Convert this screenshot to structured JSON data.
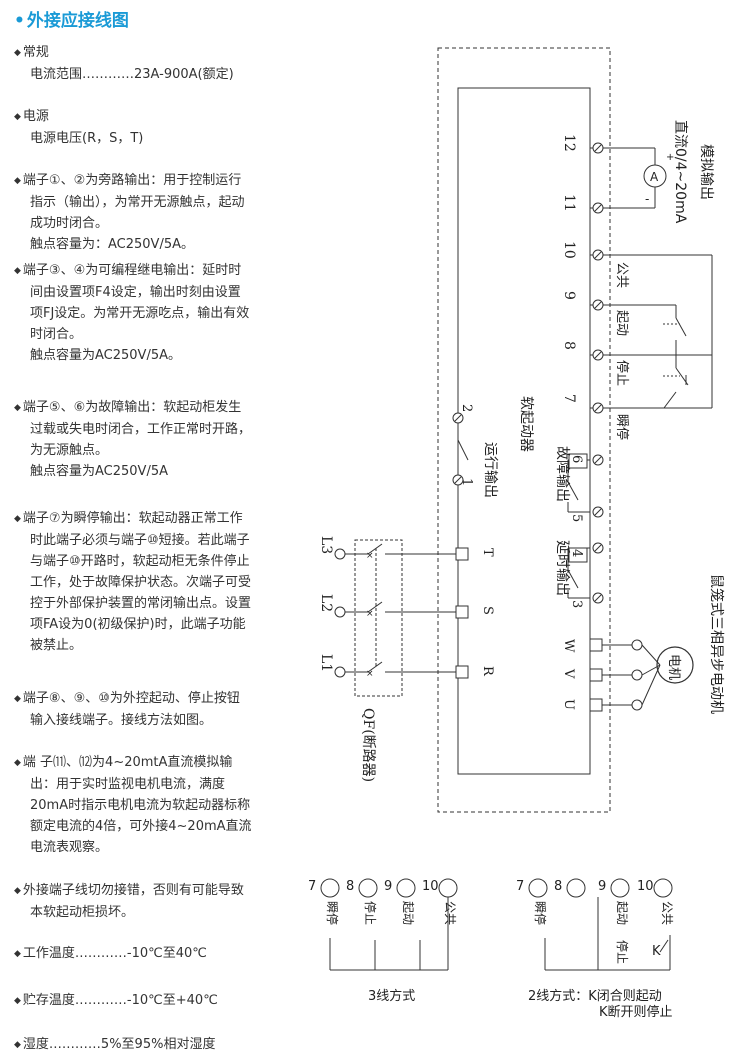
{
  "title": "外接应接线图",
  "sections": [
    {
      "lines": [
        "常规",
        "电流范围…………23A-900A(额定)"
      ]
    },
    {
      "lines": [
        "电源",
        "电源电压(R，S，T)"
      ]
    },
    {
      "lines": [
        "端子①、②为旁路输出：用于控制运行",
        "指示（输出），为常开无源触点，起动",
        "成功时闭合。",
        "触点容量为：AC250V/5A。"
      ]
    },
    {
      "lines": [
        "端子③、④为可编程继电输出：延时时",
        "间由设置项F4设定，输出时刻由设置",
        "项FJ设定。为常开无源吃点，输出有效",
        "时闭合。",
        "触点容量为AC250V/5A。"
      ]
    },
    {
      "lines": [
        "端子⑤、⑥为故障输出：软起动柜发生",
        "过载或失电时闭合，工作正常时开路，",
        "为无源触点。",
        "触点容量为AC250V/5A"
      ]
    },
    {
      "lines": [
        "端子⑦为瞬停输出：软起动器正常工作",
        "时此端子必须与端子⑩短接。若此端子",
        "与端子⑩开路时，软起动柜无条件停止",
        "工作，处于故障保护状态。次端子可受",
        "控于外部保护装置的常闭输出点。设置",
        "项FA设为0(初级保护)时，此端子功能",
        "被禁止。"
      ]
    },
    {
      "lines": [
        "端子⑧、⑨、⑩为外控起动、停止按钮",
        "输入接线端子。接线方法如图。"
      ]
    },
    {
      "lines": [
        "端 子⑾、⑿为4~20mtA直流模拟输",
        "出：用于实时监视电机电流，满度",
        "20mA时指示电机电流为软起动器标称",
        "额定电流的4倍，可外接4~20mA直流",
        "电流表观察。"
      ]
    },
    {
      "lines": [
        "外接端子线切勿接错，否则有可能导致",
        "本软起动柜损坏。"
      ]
    },
    {
      "lines": [
        "工作温度…………-10℃至40℃"
      ]
    },
    {
      "lines": [
        "贮存温度…………-10℃至+40℃"
      ]
    },
    {
      "lines": [
        "湿度…………5%至95%相对湿度"
      ]
    }
  ],
  "diagram": {
    "right_terminals": [
      "12",
      "11",
      "10",
      "9",
      "8",
      "7"
    ],
    "inner_terminals": [
      "2",
      "1",
      "6",
      "5",
      "4",
      "3"
    ],
    "motor_terminals": [
      "W",
      "V",
      "U"
    ],
    "phase_terminals": [
      "T",
      "S",
      "R"
    ],
    "lines_in": [
      "L3",
      "L2",
      "L1"
    ],
    "label_run_output": "运行输出",
    "label_soft_starter": "软起动器",
    "label_fault_output": "故障输出",
    "label_delay_output": "延时输出",
    "label_breaker": "QF(断路器)",
    "label_motor_desc": "鼠笼式三相异步电动机",
    "label_motor": "电机",
    "label_ammeter": "A",
    "label_plus": "+",
    "label_minus": "-",
    "label_analog": "直流0/4~20mA",
    "label_analog2": "模拟输出",
    "label_common": "公共",
    "label_start": "起动",
    "label_stop": "停止",
    "label_instant_stop": "瞬停"
  },
  "bottom": {
    "three_wire": {
      "terminals": [
        "7",
        "8",
        "9",
        "10"
      ],
      "labels": [
        "瞬停",
        "停止",
        "起动",
        "公共"
      ],
      "caption": "3线方式"
    },
    "two_wire": {
      "terminals": [
        "7",
        "8",
        "9",
        "10"
      ],
      "labels": [
        "瞬停",
        "起动",
        "公共",
        "停止"
      ],
      "k": "K",
      "caption1": "2线方式：K闭合则起动",
      "caption2": "K断开则停止"
    }
  }
}
